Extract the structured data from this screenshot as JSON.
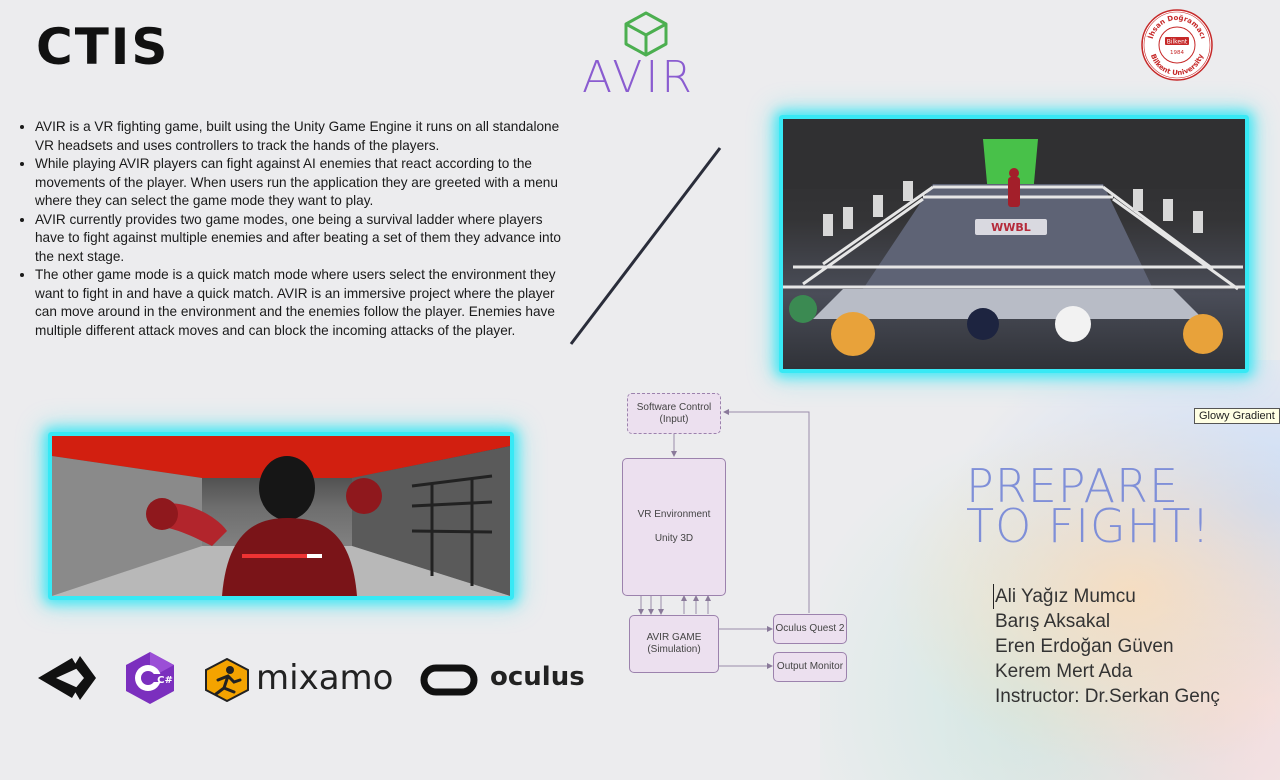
{
  "header": {
    "org": "CTIS",
    "project_title": "AVIR",
    "seal_top": "İhsan Doğramacı",
    "seal_bottom": "Bilkent University",
    "seal_center": "Bilkent",
    "seal_year": "1984"
  },
  "description": {
    "bullets": [
      "AVIR is a VR fighting game, built using the Unity Game Engine it runs on all standalone VR headsets and uses controllers to track the hands of the players.",
      " While playing AVIR players can fight against AI enemies that react according to the movements of the player. When users run the application they are greeted with a menu where they can select the game mode they want to play.",
      "AVIR currently provides two game modes, one being a survival ladder where players have to fight against multiple enemies and after beating a set of them they advance into the next stage.",
      "The other game mode is a quick match mode where users select the environment they want to fight in and have a quick match. AVIR is an immersive project where the player can move around in the environment and the enemies follow the player. Enemies have multiple different attack moves and can block the incoming attacks of the player."
    ]
  },
  "ring_screenshot": {
    "mat_text": "WWBL"
  },
  "diagram": {
    "input_box": "Software Control (Input)",
    "env_box_line1": "VR Environment",
    "env_box_line2": "Unity 3D",
    "game_box": "AVIR GAME (Simulation)",
    "quest_box": "Oculus Quest 2",
    "monitor_box": "Output Monitor"
  },
  "tooltip": "Glowy Gradient",
  "tagline": {
    "line1": "PREPARE",
    "line2": "TO FIGHT!"
  },
  "team": {
    "members": [
      "Ali Yağız Mumcu",
      "Barış Aksakal",
      "Eren Erdoğan Güven",
      "Kerem Mert Ada"
    ],
    "instructor": "Instructor: Dr.Serkan Genç"
  },
  "logos": {
    "csharp_glyph": "C#",
    "mixamo": "mixamo",
    "oculus": "oculus"
  },
  "colors": {
    "accent_purple": "#8a5cd0",
    "cube_green": "#4caf50",
    "glow_cyan": "#37e9f5",
    "tagline_blue": "#7f8fd8"
  },
  "icons": [
    "unity-logo-icon",
    "csharp-logo-icon",
    "mixamo-logo-icon",
    "oculus-logo-icon",
    "cube-icon",
    "university-seal-icon"
  ]
}
